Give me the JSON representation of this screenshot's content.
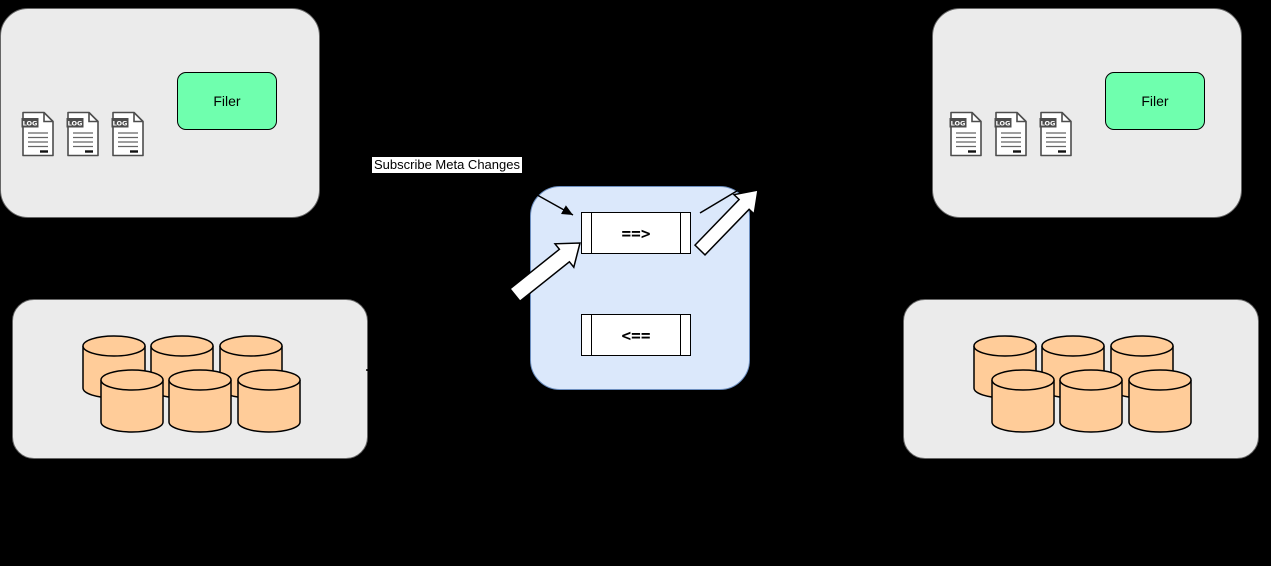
{
  "background": "#000000",
  "palette": {
    "background": "#000000",
    "group_fill": "#ebebeb",
    "group_stroke": "#666666",
    "filer_fill": "#6fffae",
    "filer_stroke": "#000000",
    "broker_fill": "#dbe8fb",
    "broker_stroke": "#6c8ebf",
    "queue_fill": "#ffffff",
    "queue_stroke": "#000000",
    "cylinder_fill": "#ffcc99",
    "cylinder_stroke": "#000000",
    "log_fill": "#ffffff",
    "log_stroke": "#4d4d4d",
    "log_badge_bg": "#4d4d4d",
    "arrow_color": "#000000",
    "block_arrow_fill": "#ffffff",
    "label_bg": "#ffffff",
    "label_color": "#000000"
  },
  "left_filer_group": {
    "filer_label": "Filer",
    "log_badge": "LOG",
    "log_file_count": 3
  },
  "right_filer_group": {
    "filer_label": "Filer",
    "log_badge": "LOG",
    "log_file_count": 3
  },
  "message_broker": {
    "forward_queue_label": "==>",
    "backward_queue_label": "<=="
  },
  "left_volume_group": {
    "cylinder_count": 6
  },
  "right_volume_group": {
    "cylinder_count": 6
  },
  "annotations": {
    "subscribe_meta_changes": "Subscribe Meta Changes"
  }
}
